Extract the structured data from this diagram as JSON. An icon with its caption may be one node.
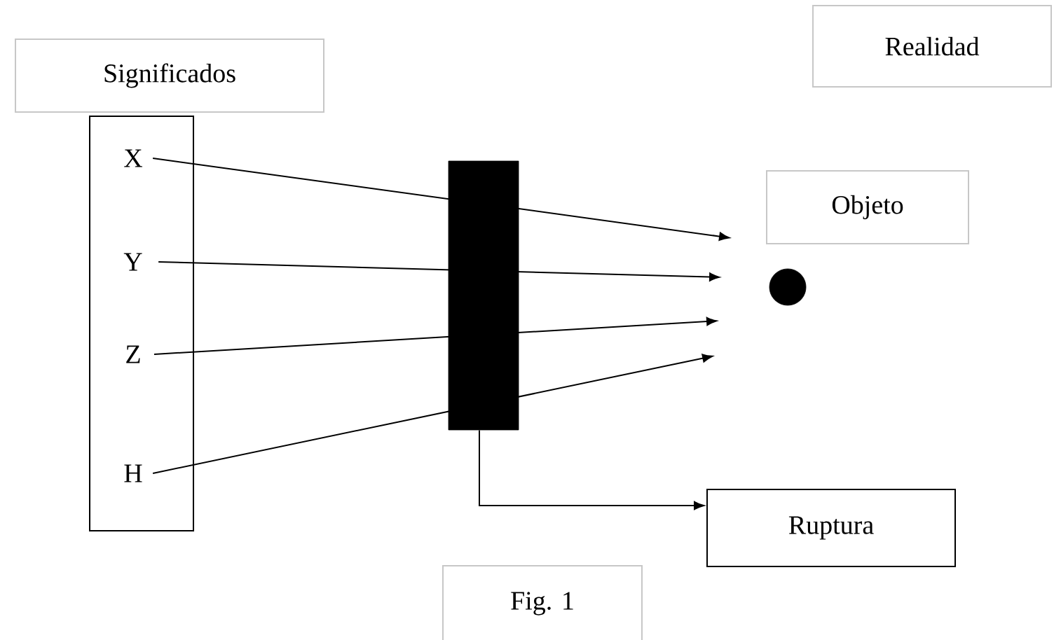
{
  "diagram": {
    "nodes": [
      {
        "text": [
          "Significados"
        ]
      },
      {
        "text": [],
        "shape": "box"
      },
      {
        "text": [
          "X"
        ],
        "in": 1
      },
      {
        "text": [
          "Y"
        ],
        "in": 1
      },
      {
        "text": [
          "Z"
        ],
        "in": 1
      },
      {
        "text": [
          "H"
        ],
        "in": 1
      },
      {
        "text": [],
        "shape": "bar"
      },
      {
        "text": [
          "Realidad"
        ]
      },
      {
        "text": [
          "Objeto"
        ]
      },
      {
        "text": [],
        "shape": "circle"
      },
      {
        "text": [
          "Ruptura"
        ]
      },
      {
        "text": [
          "Fig. 1"
        ]
      }
    ],
    "edges": [
      {
        "from": 2,
        "to": null,
        "arrow": "to"
      },
      {
        "from": 3,
        "to": null,
        "arrow": "to"
      },
      {
        "from": 4,
        "to": null,
        "arrow": "to"
      },
      {
        "from": 5,
        "to": null,
        "arrow": "to"
      },
      {
        "from": 6,
        "to": 10,
        "arrow": "to"
      }
    ]
  }
}
